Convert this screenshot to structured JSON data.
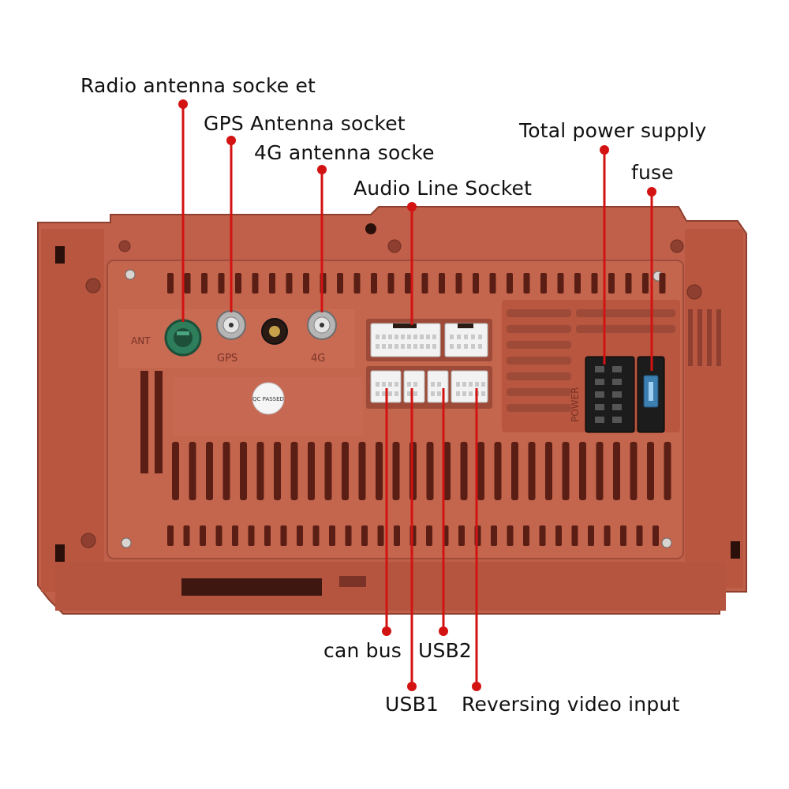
{
  "colors": {
    "housing": "#c0604a",
    "housing_dark": "#9e4a38",
    "housing_light": "#d4755f",
    "vent": "#5a1e14",
    "leader": "#d31212",
    "connector": "#f2f2f2",
    "ant_jack": "#2e7d5b"
  },
  "panel_marks": {
    "ant": "ANT",
    "gps": "GPS",
    "fourg": "4G",
    "power": "POWER",
    "qc": "QC PASSED"
  },
  "callouts": {
    "radio_antenna": "Radio antenna socke et",
    "gps_antenna": "GPS Antenna socket",
    "antenna_4g": "4G antenna socke",
    "audio_line": "Audio Line Socket",
    "total_power": "Total power supply",
    "fuse": "fuse",
    "can_bus": "can bus",
    "usb2": "USB2",
    "usb1": "USB1",
    "reversing_video": "Reversing video input"
  }
}
